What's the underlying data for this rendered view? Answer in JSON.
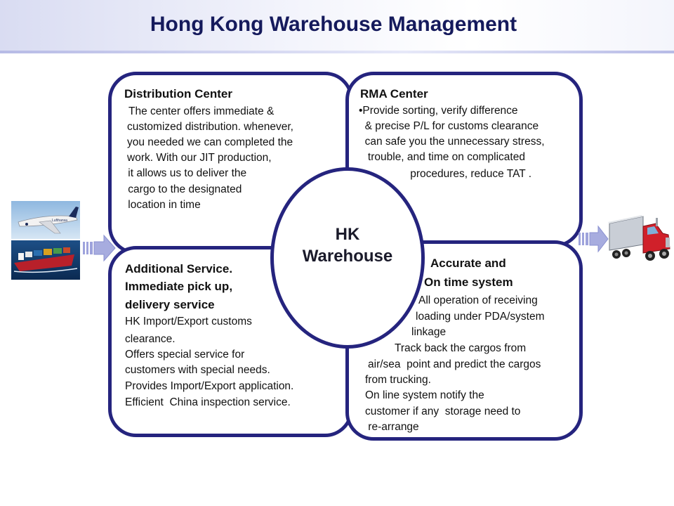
{
  "title": "Hong Kong Warehouse Management",
  "center": "HK\nWarehouse",
  "quadrants": {
    "distribution": {
      "heading": "Distribution Center",
      "lines": [
        "The center offers immediate &",
        "customized distribution. whenever,",
        "you needed we can completed the",
        "work. With our JIT production,",
        " it allows us to deliver the",
        " cargo to the designated",
        " location in time"
      ]
    },
    "rma": {
      "heading": "RMA Center",
      "lines": [
        "•Provide sorting, verify difference",
        "  & precise P/L for customs clearance",
        "  can safe you the unnecessary stress,",
        "   trouble, and time on complicated",
        "                 procedures, reduce TAT ."
      ]
    },
    "additional": {
      "heading_lines": [
        "Additional Service.",
        "Immediate pick up,",
        "delivery service"
      ],
      "lines": [
        "HK Import/Export customs",
        "clearance.",
        "Offers special service for",
        "customers with special needs.",
        "Provides Import/Export application.",
        "Efficient  China inspection service."
      ]
    },
    "accurate": {
      "heading_lines": [
        "Accurate and",
        "On time system"
      ],
      "lines": [
        "All operation of receiving",
        "loading under PDA/system",
        "linkage",
        "Track back the cargos from",
        "air/sea  point and predict the cargos",
        "from trucking.",
        "On line system notify the",
        "customer if any  storage need to",
        " re-arrange"
      ]
    }
  },
  "colors": {
    "border": "#25247e",
    "title": "#151a5c",
    "arrow": "#9ea3dc"
  },
  "icons": {
    "left": [
      "airplane-image",
      "cargo-ship-image"
    ],
    "right": "truck-image"
  }
}
